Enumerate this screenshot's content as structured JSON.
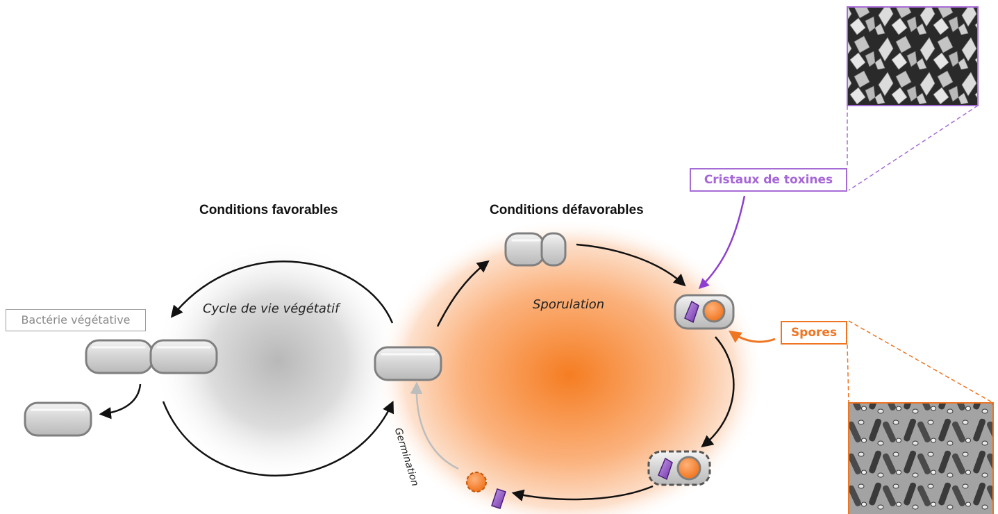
{
  "headings": {
    "favorable": "Conditions favorables",
    "unfavorable": "Conditions défavorables"
  },
  "cycles": {
    "vegetative": "Cycle de vie végétatif",
    "sporulation": "Sporulation",
    "germination": "Germination"
  },
  "labels": {
    "vegetative_bacterium": "Bactérie végétative",
    "toxin_crystals": "Cristaux de toxines",
    "spores": "Spores"
  },
  "colors": {
    "crystal_accent": "#a566d6",
    "spore_accent": "#ee7522",
    "cell_fill": "#d9d9d9",
    "cell_stroke": "#7f7f7f",
    "arrow": "#111111",
    "germination_arrow": "#bdbdbd"
  },
  "images": {
    "crystal_micrograph": "crystal-micrograph-image",
    "spore_micrograph": "spore-micrograph-image"
  }
}
